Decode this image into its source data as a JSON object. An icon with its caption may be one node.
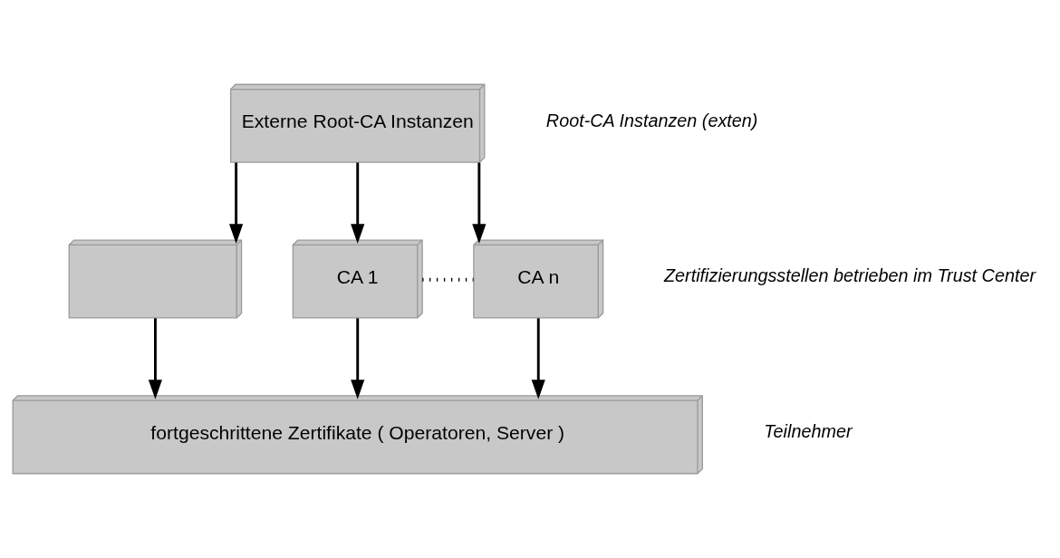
{
  "diagram": {
    "nodes": [
      {
        "text": [
          "Externe Root-CA Instanzen"
        ]
      },
      {
        "text": [],
        "shape": "box"
      },
      {
        "text": [
          "CA 1"
        ]
      },
      {
        "text": [
          "CA n"
        ]
      },
      {
        "text": [
          "fortgeschrittene Zertifikate ( Operatoren, Server )"
        ]
      }
    ],
    "edges": [
      {
        "from": 0,
        "to": 1,
        "arrow": "to"
      },
      {
        "from": 0,
        "to": 2,
        "arrow": "to"
      },
      {
        "from": 0,
        "to": 3,
        "arrow": "to"
      },
      {
        "from": 2,
        "to": 3,
        "arrow": "none",
        "style": "dashed"
      },
      {
        "from": 1,
        "to": 4,
        "arrow": "to"
      },
      {
        "from": 2,
        "to": 4,
        "arrow": "to"
      },
      {
        "from": 3,
        "to": 4,
        "arrow": "to"
      }
    ],
    "labels": [
      "Root-CA Instanzen (exten)",
      "Zertifizierungsstellen betrieben im Trust Center",
      "Teilnehmer"
    ]
  }
}
